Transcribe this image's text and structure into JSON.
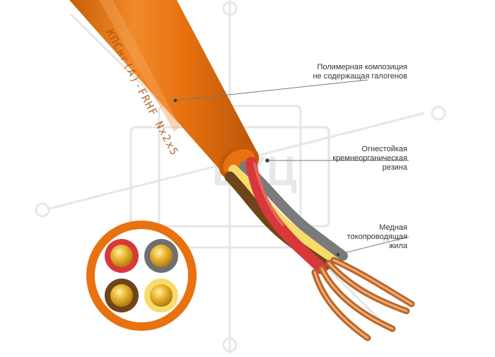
{
  "cable_marking": "КПСнг(А)-FRHF Nx2x5",
  "callouts": [
    {
      "lines": [
        "Полимерная композиция",
        "не содержащая галогенов"
      ]
    },
    {
      "lines": [
        "Огнестойкая",
        "кремнеорганическая",
        "резина"
      ]
    },
    {
      "lines": [
        "Медная",
        "токопроводящая",
        "жила"
      ]
    }
  ],
  "colors": {
    "sheath": "#e8720f",
    "sheath_light": "#f39a45",
    "sheath_dark": "#c55a05",
    "core_red": "#d8383a",
    "core_grey": "#6f6f6f",
    "core_brown": "#6e4519",
    "core_yellow": "#f7dc6a",
    "copper": "#d9873e",
    "leader_line": "#777777"
  },
  "watermark": "ВКЦ"
}
